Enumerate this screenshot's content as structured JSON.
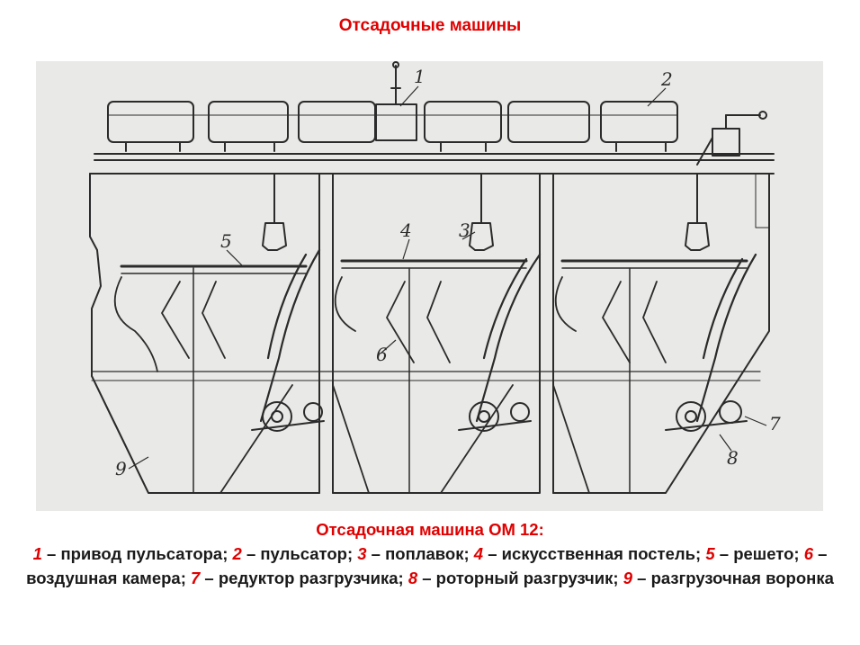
{
  "slide_title": "Отсадочные машины",
  "figure": {
    "callouts": [
      {
        "n": "1"
      },
      {
        "n": "2"
      },
      {
        "n": "3"
      },
      {
        "n": "4"
      },
      {
        "n": "5"
      },
      {
        "n": "6"
      },
      {
        "n": "7"
      },
      {
        "n": "8"
      },
      {
        "n": "9"
      }
    ]
  },
  "caption": {
    "title": "Отсадочная машина ОМ 12:",
    "legend": [
      {
        "num": "1",
        "text": " – привод пульсатора; "
      },
      {
        "num": "2",
        "text": " – пульсатор; "
      },
      {
        "num": "3",
        "text": " – поплавок; "
      },
      {
        "num": "4",
        "text": " – искусственная постель; "
      },
      {
        "num": "5",
        "text": " – решето; "
      },
      {
        "num": "6",
        "text": " – воздушная камера; "
      },
      {
        "num": "7",
        "text": " – редуктор разгрузчика; "
      },
      {
        "num": "8",
        "text": " – роторный разгрузчик; "
      },
      {
        "num": "9",
        "text": " – разгрузочная воронка"
      }
    ]
  },
  "colors": {
    "accent": "#e00000",
    "text": "#1a1a1a",
    "drawing": "#2b2b2b",
    "figure_bg": "#e9e9e7"
  }
}
